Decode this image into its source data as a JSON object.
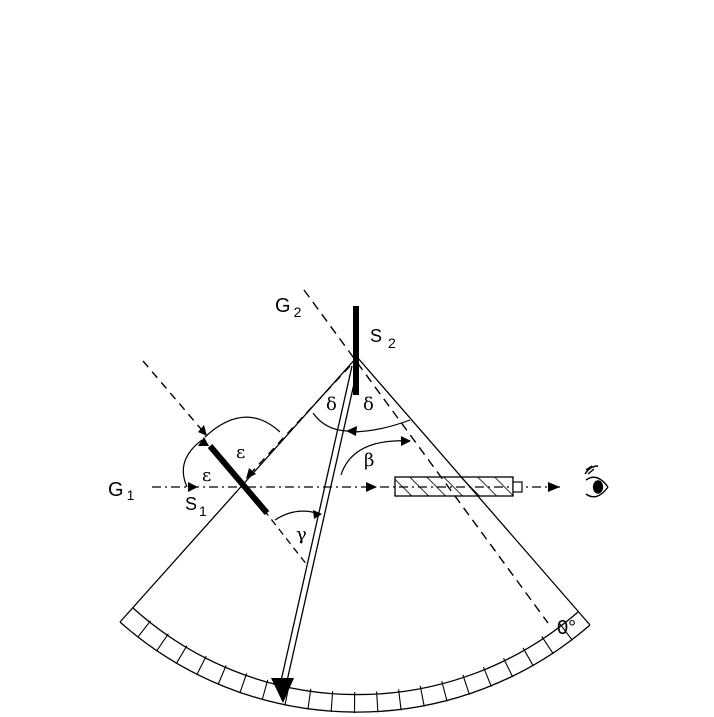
{
  "labels": {
    "g1": "G",
    "g1_sub": "1",
    "g2": "G",
    "g2_sub": "2",
    "s1": "S",
    "s1_sub": "1",
    "s2": "S",
    "s2_sub": "2",
    "zero_degree": "0°"
  },
  "angles": {
    "delta_left": "δ",
    "delta_right": "δ",
    "beta": "β",
    "gamma": "γ",
    "epsilon_upper": "ε",
    "epsilon_lower": "ε"
  },
  "colors": {
    "ink": "#000000",
    "background": "#ffffff"
  }
}
